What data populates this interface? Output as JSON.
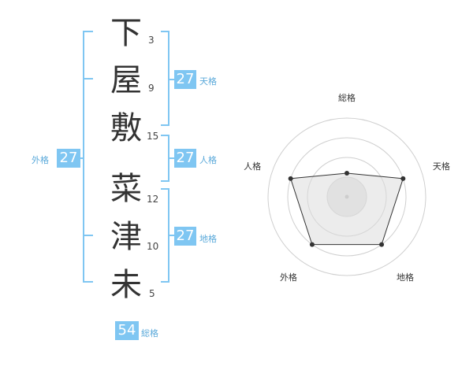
{
  "names": [
    {
      "char": "下",
      "strokes": "3"
    },
    {
      "char": "屋",
      "strokes": "9"
    },
    {
      "char": "敷",
      "strokes": "15"
    },
    {
      "char": "菜",
      "strokes": "12"
    },
    {
      "char": "津",
      "strokes": "10"
    },
    {
      "char": "未",
      "strokes": "5"
    }
  ],
  "fortunes": {
    "tenkaku": {
      "value": "27",
      "label": "天格"
    },
    "jinkaku": {
      "value": "27",
      "label": "人格"
    },
    "chikaku": {
      "value": "27",
      "label": "地格"
    },
    "gaikaku": {
      "value": "27",
      "label": "外格"
    },
    "soukaku": {
      "value": "54",
      "label": "総格"
    }
  },
  "radar": {
    "axes": [
      "総格",
      "天格",
      "地格",
      "外格",
      "人格"
    ],
    "levels": 4,
    "values": [
      0.3,
      0.75,
      0.75,
      0.75,
      0.75
    ]
  },
  "colors": {
    "accent": "#7fc6f2",
    "bracket": "#7fc6f2",
    "accent_text": "#5aa9da"
  }
}
